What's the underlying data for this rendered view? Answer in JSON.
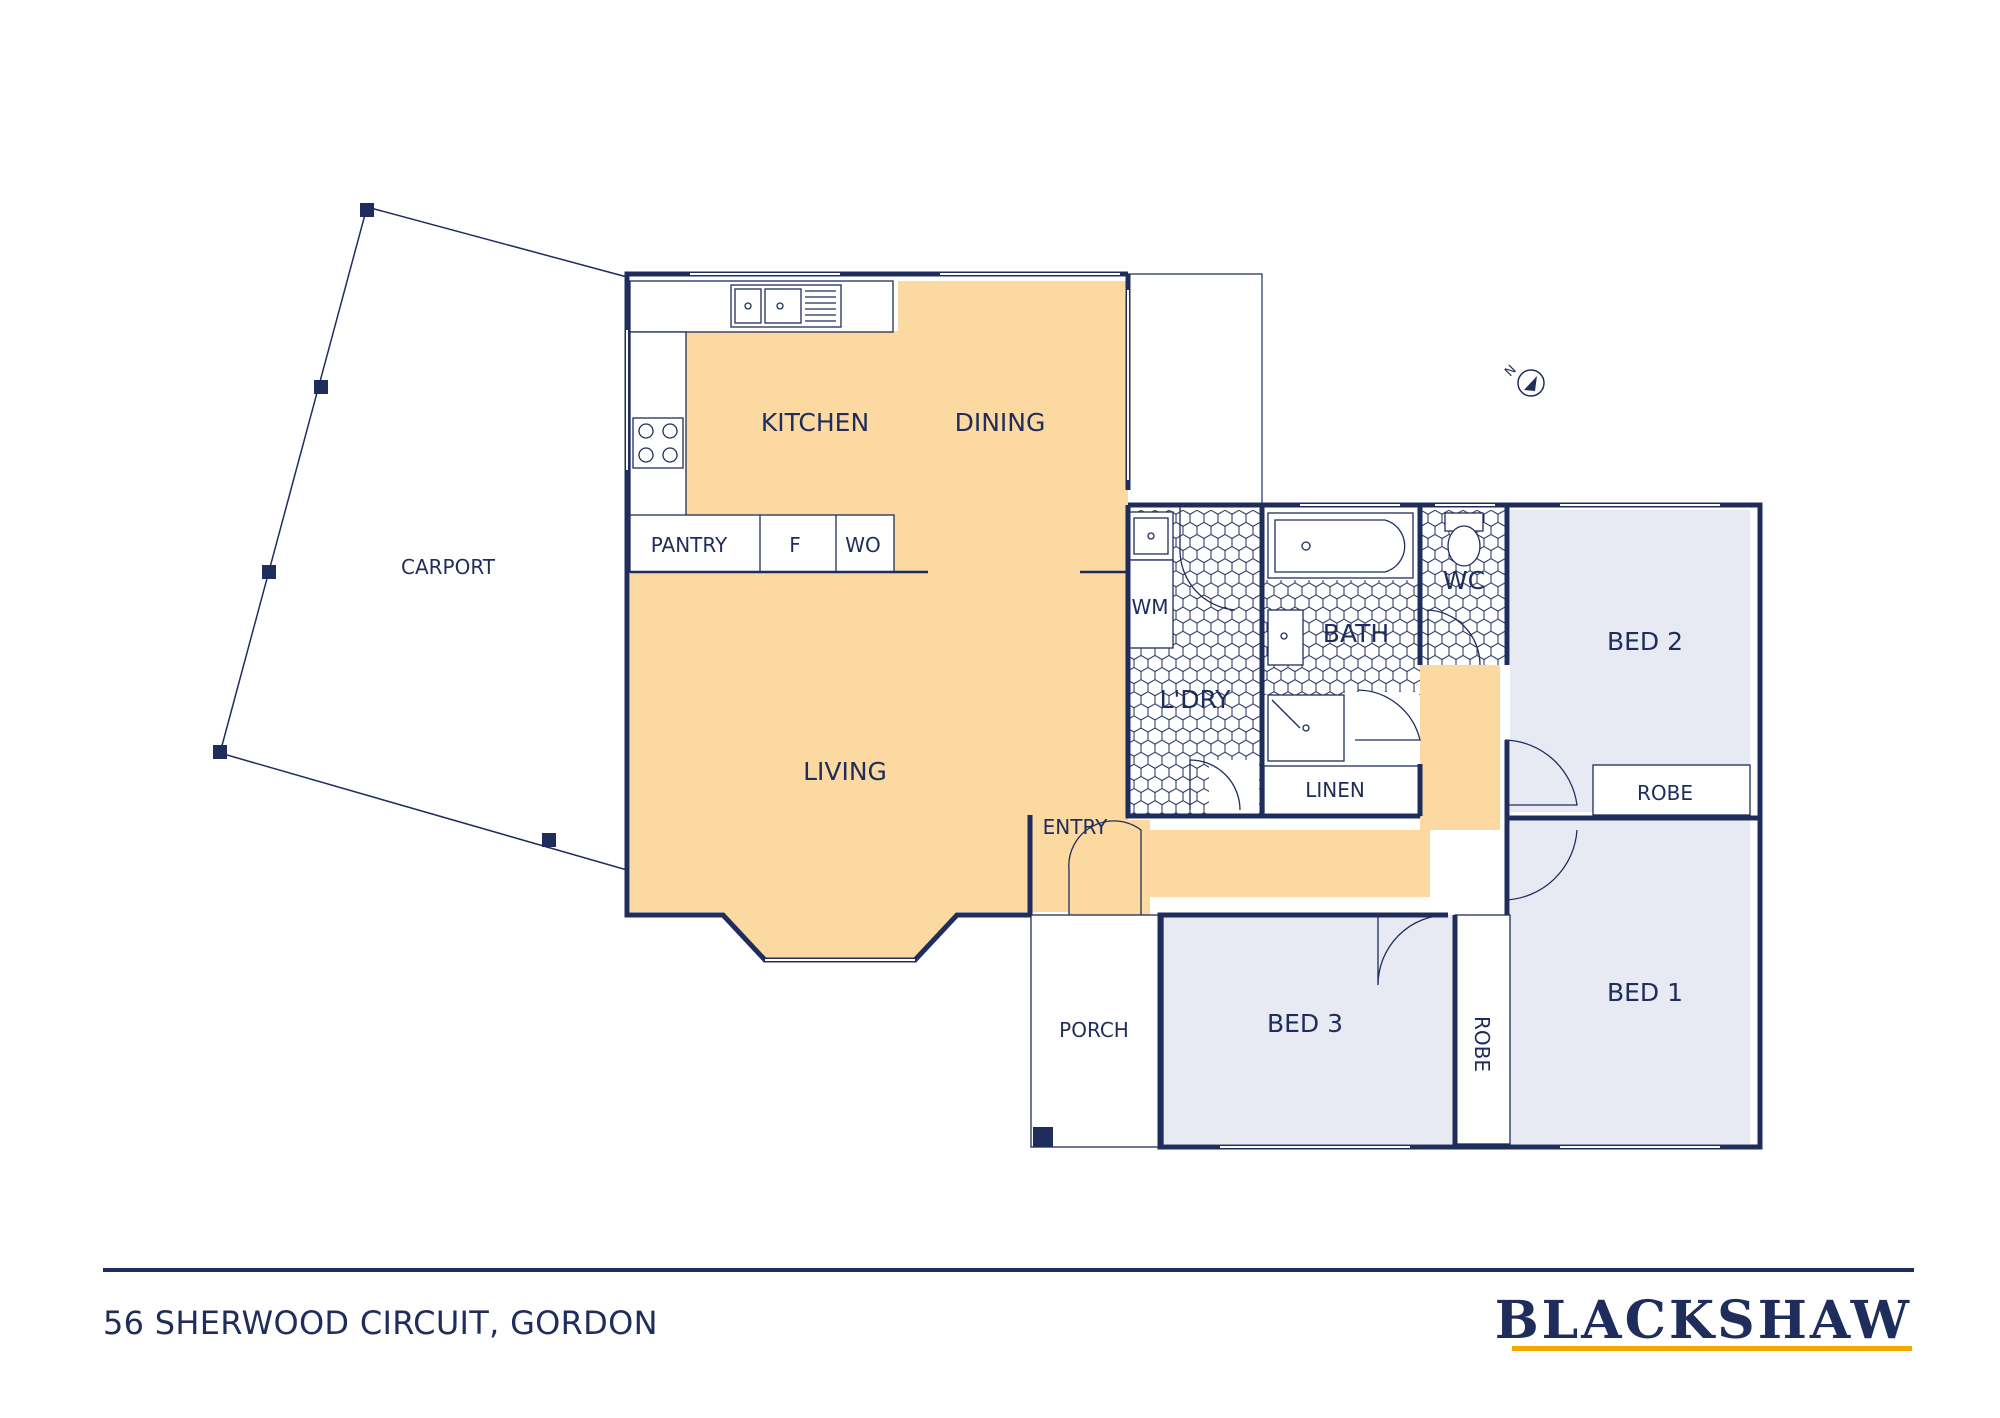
{
  "rooms": {
    "carport": "CARPORT",
    "kitchen": "KITCHEN",
    "dining": "DINING",
    "pantry": "PANTRY",
    "fridge": "F",
    "wall_oven": "WO",
    "living": "LIVING",
    "entry": "ENTRY",
    "porch": "PORCH",
    "washing_machine": "WM",
    "laundry": "L'DRY",
    "bath": "BATH",
    "wc": "WC",
    "linen": "LINEN",
    "bed1": "BED 1",
    "bed2": "BED 2",
    "bed3": "BED 3",
    "robe_bed2": "ROBE",
    "robe_bed1": "ROBE"
  },
  "compass": {
    "label": "N"
  },
  "footer": {
    "address": "56 SHERWOOD CIRCUIT, GORDON",
    "brand": "BLACKSHAW"
  },
  "colors": {
    "wall": "#1f2d5c",
    "living_fill": "#fbd9a1",
    "bedroom_fill": "#e7eaf2",
    "brand_accent": "#f2a900"
  }
}
